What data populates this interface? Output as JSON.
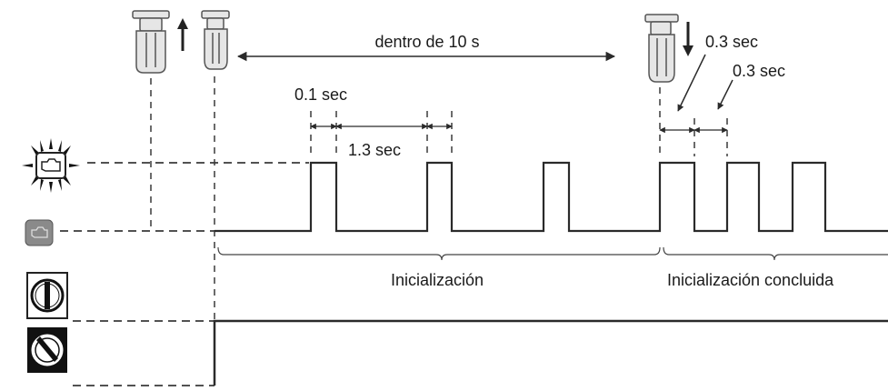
{
  "labels": {
    "window": "dentro de 10 s",
    "pulse_short": "0.1 sec",
    "pulse_gap": "1.3 sec",
    "fast_on": "0.3 sec",
    "fast_off": "0.3 sec",
    "phase_init": "Inicialización",
    "phase_done": "Inicialización concluida"
  },
  "icons": {
    "plug_removed": "connector-unplug-icon",
    "plug_present": "connector-icon",
    "plug_inserted": "connector-plug-icon",
    "lamp_blinking": "check-engine-lamp-blinking-icon",
    "lamp_off": "check-engine-lamp-off-icon",
    "switch_on": "ignition-switch-on-icon",
    "switch_off": "ignition-switch-off-icon"
  },
  "colors": {
    "line": "#2a2a2a",
    "dash": "#3a3a3a",
    "lamp_grey": "#8a8a8a"
  }
}
